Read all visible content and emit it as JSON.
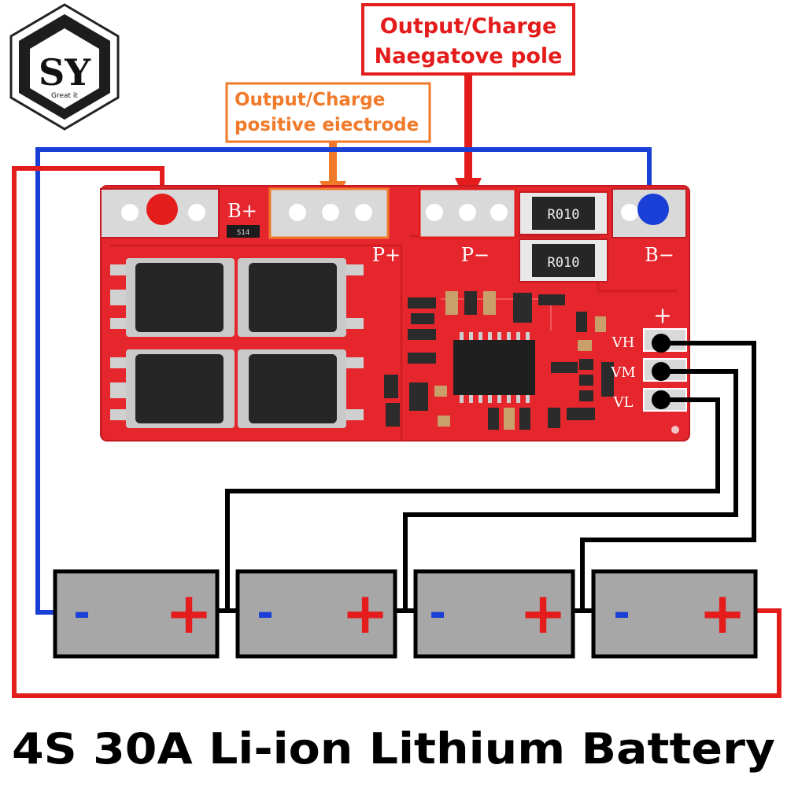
{
  "logo": {
    "letters": "SY",
    "tagline": "Great it"
  },
  "callouts": {
    "negative": {
      "line1": "Output/Charge",
      "line2": "Naegatove pole",
      "color": "#e41c1c"
    },
    "positive": {
      "line1": "Output/Charge",
      "line2": "positive eiectrode",
      "color": "#f07a2a"
    }
  },
  "board": {
    "color": "#e5262d",
    "pads": {
      "b_plus": "B+",
      "p_plus": "P+",
      "p_minus": "P−",
      "b_minus": "B−"
    },
    "resistors": [
      "R010",
      "R010"
    ],
    "balance": {
      "plus": "+",
      "vh": "VH",
      "vm": "VM",
      "vl": "VL"
    },
    "small_code": "S14"
  },
  "batteries": [
    {
      "minus": "-",
      "plus": "+"
    },
    {
      "minus": "-",
      "plus": "+"
    },
    {
      "minus": "-",
      "plus": "+"
    },
    {
      "minus": "-",
      "plus": "+"
    }
  ],
  "wire_colors": {
    "positive": "#e41c1c",
    "negative": "#1a3fd6",
    "balance": "#000000"
  },
  "footer": {
    "title": "4S 30A Li-ion Lithium Battery"
  }
}
